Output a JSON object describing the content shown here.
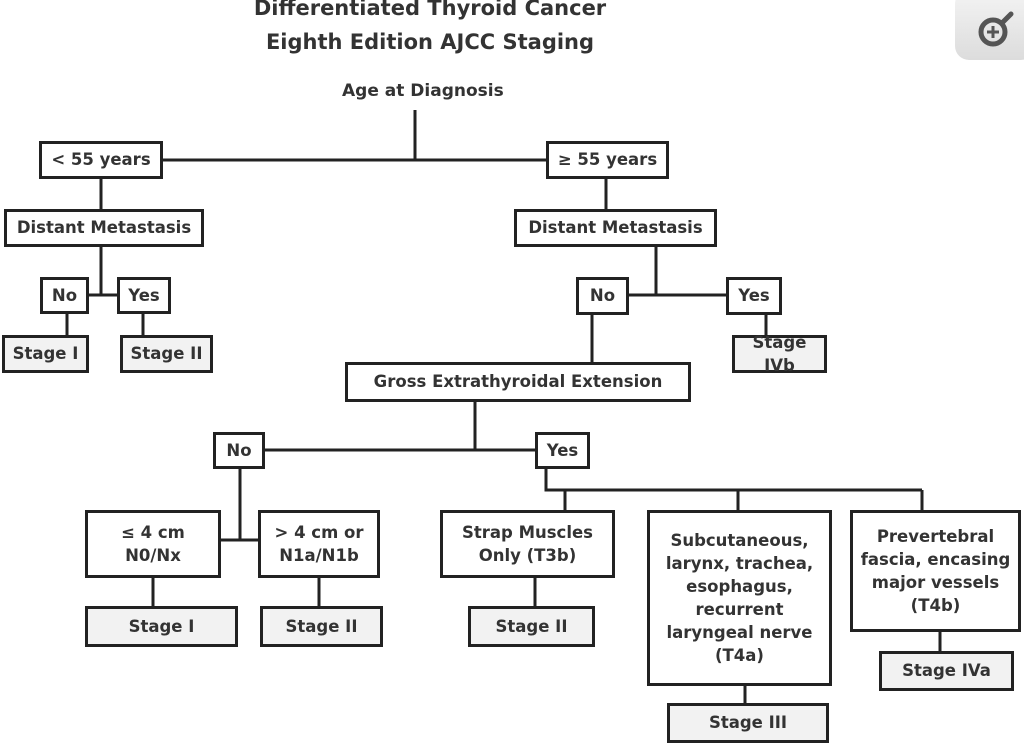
{
  "title": {
    "line1": "Differentiated Thyroid Cancer",
    "line2": "Eighth Edition AJCC Staging"
  },
  "root": "Age at Diagnosis",
  "left": {
    "age": "< 55 years",
    "metastasis": "Distant Metastasis",
    "no": "No",
    "yes": "Yes",
    "stage_no": "Stage I",
    "stage_yes": "Stage II"
  },
  "right": {
    "age": "≥ 55 years",
    "metastasis": "Distant Metastasis",
    "no": "No",
    "yes": "Yes",
    "stage_yes": "Stage IVb",
    "extension": "Gross Extrathyroidal Extension",
    "ext_no": "No",
    "ext_yes": "Yes",
    "small": "≤ 4 cm\nN0/Nx",
    "small_stage": "Stage I",
    "large": "> 4 cm or\nN1a/N1b",
    "large_stage": "Stage II",
    "strap": "Strap Muscles\nOnly (T3b)",
    "strap_stage": "Stage II",
    "t4a": "Subcutaneous,\nlarynx, trachea,\nesophagus,\nrecurrent\nlaryngeal nerve\n(T4a)",
    "t4a_stage": "Stage III",
    "t4b": "Prevertebral\nfascia, encasing\nmajor vessels\n(T4b)",
    "t4b_stage": "Stage IVa"
  },
  "icons": {
    "zoom": "zoom-in-icon"
  }
}
